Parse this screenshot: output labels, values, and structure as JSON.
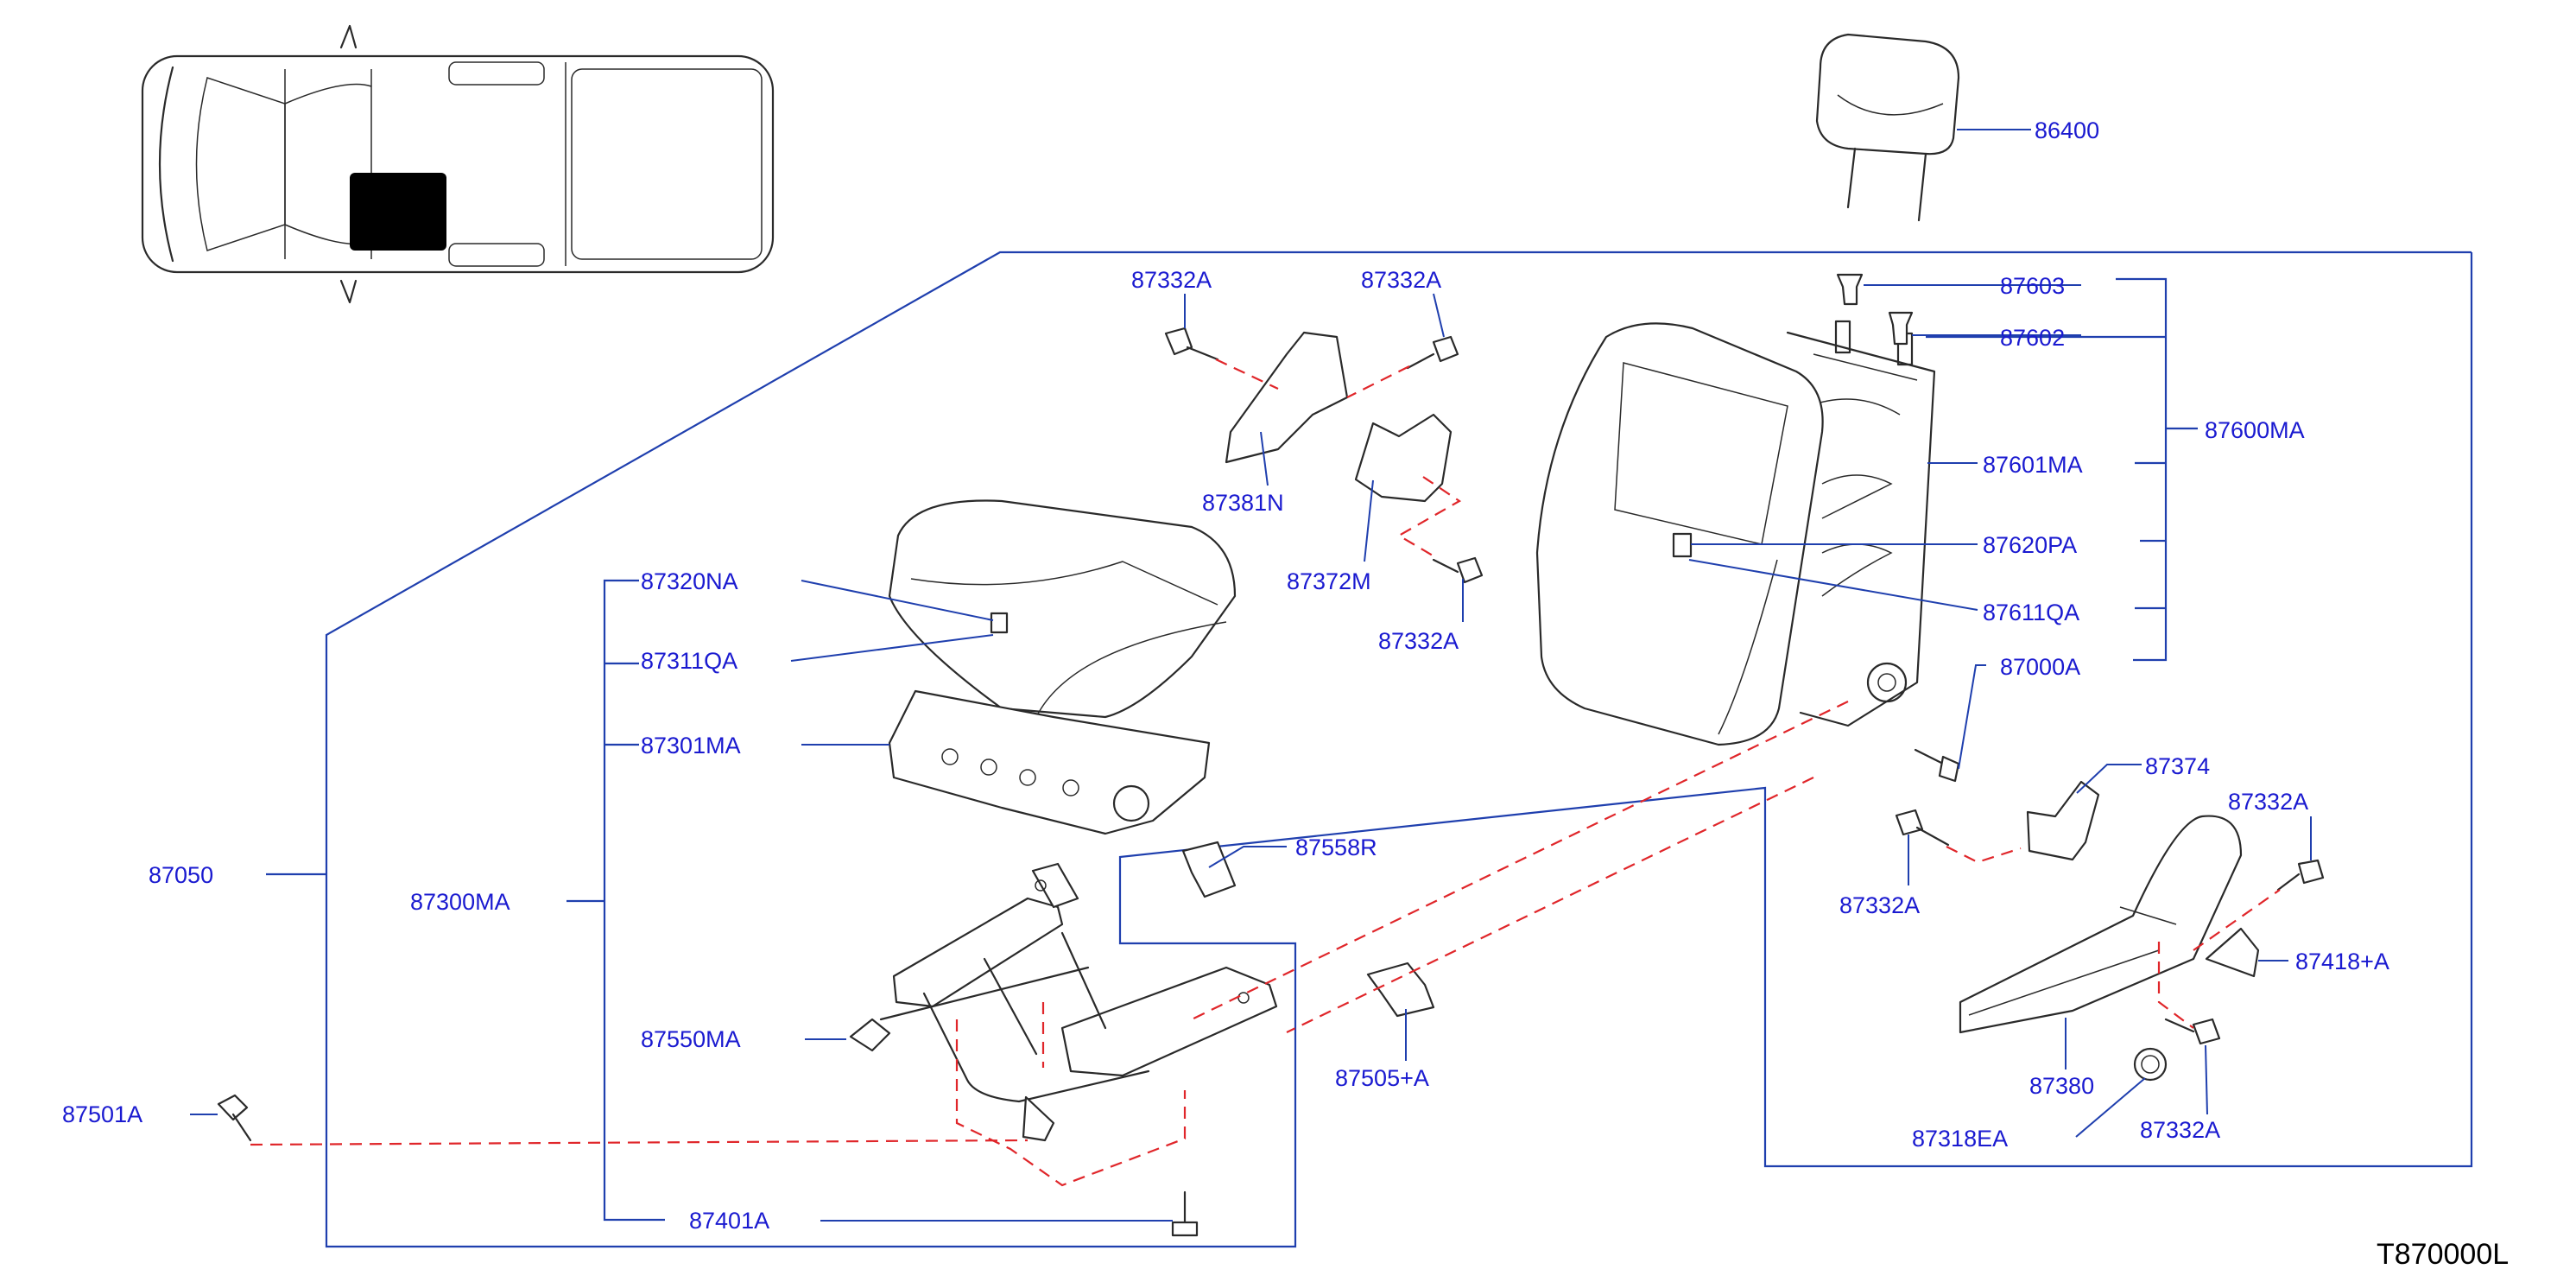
{
  "diagram_code": "T870000L",
  "colors": {
    "label": "#1a1ad0",
    "leader": "#1f3fae",
    "dashed_reference": "#e0262a",
    "part_line": "#2a2a2a",
    "highlight_block": "#000000"
  },
  "labels": {
    "p86400": "86400",
    "p87603": "87603",
    "p87602": "87602",
    "p87600MA": "87600MA",
    "p87601MA": "87601MA",
    "p87620PA": "87620PA",
    "p87611QA": "87611QA",
    "p87000A": "87000A",
    "p87374": "87374",
    "p87332A_tl1": "87332A",
    "p87332A_tl2": "87332A",
    "p87332A_mid": "87332A",
    "p87332A_rl": "87332A",
    "p87332A_rr": "87332A",
    "p87332A_bot": "87332A",
    "p87381N": "87381N",
    "p87372M": "87372M",
    "p87320NA": "87320NA",
    "p87311QA": "87311QA",
    "p87301MA": "87301MA",
    "p87300MA": "87300MA",
    "p87050": "87050",
    "p87558R": "87558R",
    "p87550MA": "87550MA",
    "p87505A": "87505+A",
    "p87501A": "87501A",
    "p87401A": "87401A",
    "p87418A": "87418+A",
    "p87380": "87380",
    "p87318EA": "87318EA"
  }
}
